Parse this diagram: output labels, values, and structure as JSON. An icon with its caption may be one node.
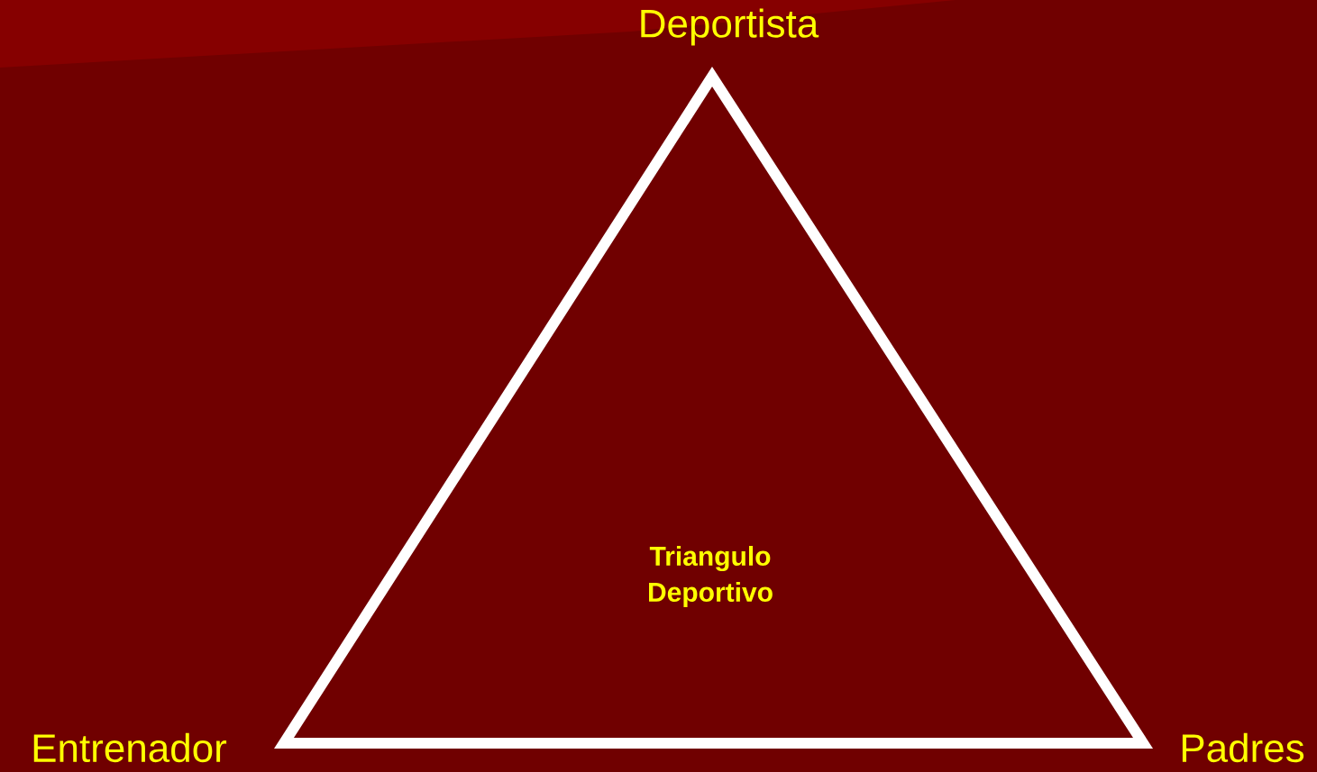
{
  "diagram": {
    "nodes": [
      {
        "text": [
          "Triangulo Deportivo"
        ]
      }
    ],
    "labels": [
      "Deportista",
      "Entrenador",
      "Padres"
    ]
  }
}
